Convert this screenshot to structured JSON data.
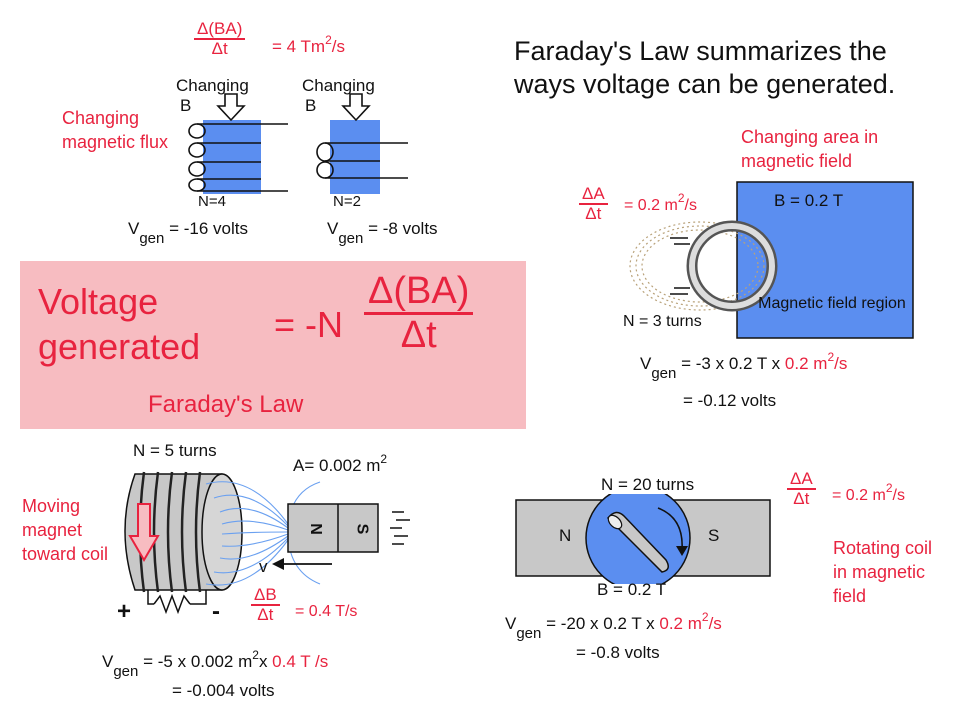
{
  "top_left": {
    "flux_numerator": "Δ(BA)",
    "flux_denominator": "Δt",
    "flux_value": "= 4 Tm",
    "flux_value_sup": "2",
    "flux_value_end": "/s",
    "side_label": "Changing magnetic flux",
    "changing_label": "Changing",
    "b_label": "B",
    "coil1_n": "N=4",
    "coil2_n": "N=2",
    "vgen1_v": "V",
    "vgen1_sub": "gen",
    "vgen1_rest": "= -16 volts",
    "vgen2_v": "V",
    "vgen2_sub": "gen",
    "vgen2_rest": "= -8 volts"
  },
  "title": "Faraday's Law summarizes the ways voltage can be generated.",
  "law_box": {
    "voltage_generated": "Voltage generated",
    "equals": "= -N",
    "numerator": "Δ(BA)",
    "denominator": "Δt",
    "law_name": "Faraday's Law"
  },
  "top_right": {
    "heading": "Changing area in magnetic field",
    "area_numerator": "ΔA",
    "area_denominator": "Δt",
    "area_rate": "= 0.2 m",
    "area_rate_sup": "2",
    "area_rate_end": "/s",
    "b_field": "B = 0.2 T",
    "region_label": "Magnetic field region",
    "turns": "N = 3 turns",
    "vgen_v": "V",
    "vgen_sub": "gen",
    "vgen_rest": "= -3 x 0.2 T x ",
    "vgen_red": "0.2 m",
    "vgen_red_sup": "2",
    "vgen_red_end": "/s",
    "result": "= -0.12 volts"
  },
  "bottom_left": {
    "side_label": "Moving magnet toward coil",
    "turns": "N = 5 turns",
    "area": "A= 0.002 m",
    "area_sup": "2",
    "magnet_n": "N",
    "magnet_s": "S",
    "velocity": "v",
    "plus": "+",
    "minus": "-",
    "rate_numerator": "ΔB",
    "rate_denominator": "Δt",
    "rate_value": "= 0.4 T/s",
    "vgen_v": "V",
    "vgen_sub": "gen",
    "vgen_rest": "= -5 x 0.002 m",
    "vgen_sup": "2",
    "vgen_x": "x ",
    "vgen_red": "0.4 T /s",
    "result": "= -0.004 volts"
  },
  "bottom_right": {
    "turns": "N = 20 turns",
    "pole_n": "N",
    "pole_s": "S",
    "b_field": "B = 0.2 T",
    "rate_numerator": "ΔA",
    "rate_denominator": "Δt",
    "rate_value": "= 0.2 m",
    "rate_sup": "2",
    "rate_end": "/s",
    "side_label": "Rotating coil in magnetic field",
    "vgen_v": "V",
    "vgen_sub": "gen",
    "vgen_rest": "= -20 x 0.2 T x ",
    "vgen_red": "0.2 m",
    "vgen_red_sup": "2",
    "vgen_red_end": "/s",
    "result": "= -0.8 volts"
  },
  "colors": {
    "red": "#e8233f",
    "blue": "#5b8ef0",
    "pink_box": "#f7bcc1",
    "gray": "#c8c8c8"
  }
}
